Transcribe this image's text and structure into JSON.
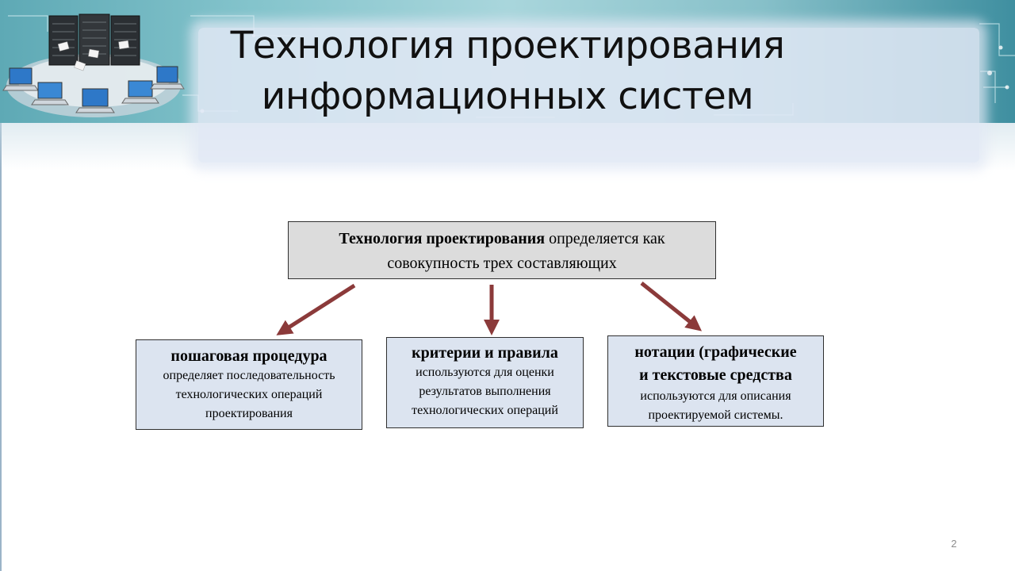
{
  "slide": {
    "title_line1": "Технология проектирования",
    "title_line2": "информационных систем",
    "page_number": "2"
  },
  "diagram": {
    "main": {
      "bold": "Технология проектирования",
      "rest_line1": " определяется как",
      "line2": "совокупность трех составляющих"
    },
    "components": [
      {
        "head": "пошаговая процедура",
        "desc": [
          "определяет последовательность",
          "технологических операций",
          "проектирования"
        ]
      },
      {
        "head": "критерии и правила",
        "desc": [
          "используются для оценки",
          "результатов выполнения",
          "технологических операций"
        ]
      },
      {
        "head_line1": "нотации (графические",
        "head_line2": "и текстовые средства",
        "desc": [
          "используются для описания",
          "проектируемой системы."
        ]
      }
    ]
  },
  "colors": {
    "arrow": "#8b3a3a",
    "main_box_fill": "#dcdcdc",
    "sub_box_fill": "#dce4f0",
    "banner_teal": "#6fb6bf"
  },
  "icons": {
    "banner_art": "server-network-illustration"
  }
}
